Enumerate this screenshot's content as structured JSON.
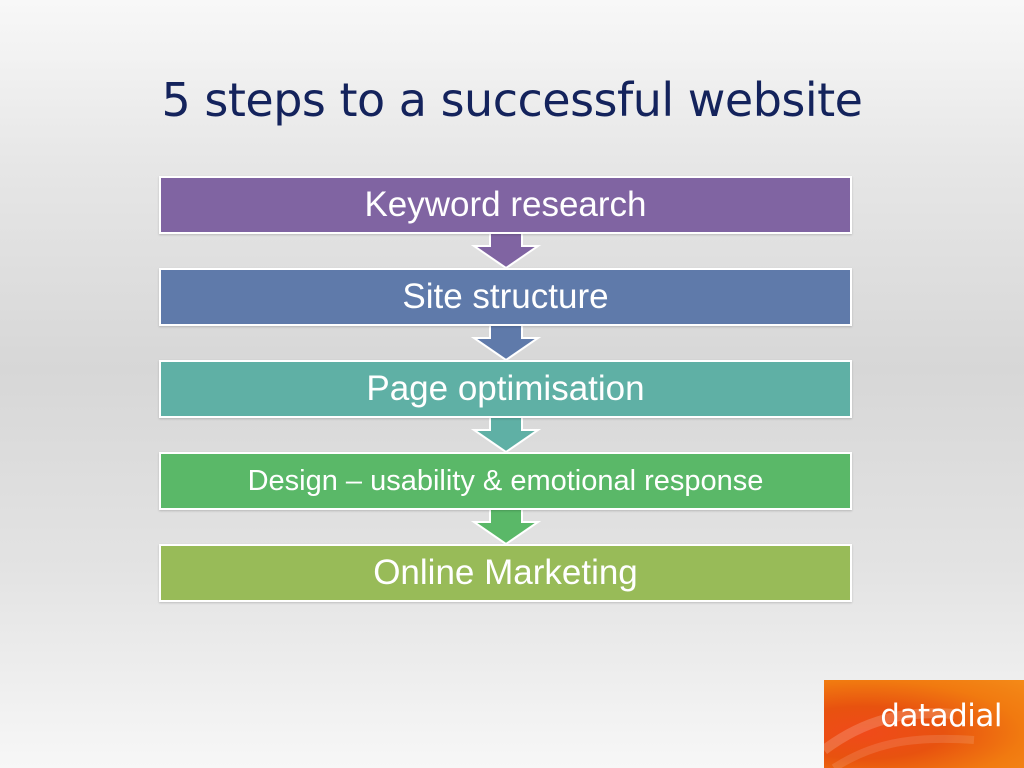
{
  "slide": {
    "title": "5 steps to a successful website"
  },
  "steps": [
    {
      "label": "Keyword research",
      "color": "#8064a2"
    },
    {
      "label": "Site structure",
      "color": "#5f7aaa"
    },
    {
      "label": "Page optimisation",
      "color": "#5fb0a5"
    },
    {
      "label": "Design – usability & emotional response",
      "color": "#5ab868"
    },
    {
      "label": "Online Marketing",
      "color": "#98bb58"
    }
  ],
  "logo": {
    "text": "datadial",
    "color": "#ee5a14"
  }
}
